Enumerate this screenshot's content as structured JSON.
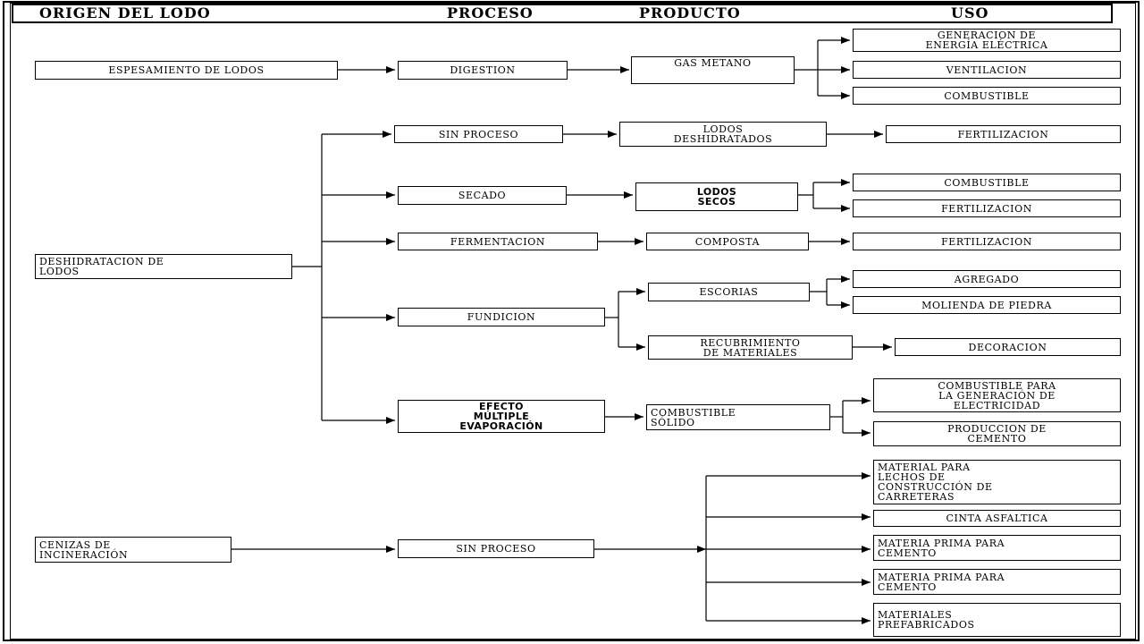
{
  "header": {
    "origin": "ORIGEN DEL LODO",
    "process": "PROCESO",
    "product": "PRODUCTO",
    "use": "USO"
  },
  "origins": {
    "espesamiento": "ESPESAMIENTO DE LODOS",
    "deshidratacion": "DESHIDRATACION DE\nLODOS",
    "cenizas": "CENIZAS DE\nINCINERACIÓN"
  },
  "processes": {
    "digestion": "DIGESTION",
    "sin_proceso_1": "SIN PROCESO",
    "secado": "SECADO",
    "fermentacion": "FERMENTACION",
    "fundicion": "FUNDICION",
    "efecto": "EFECTO\nMÚLTIPLE\nEVAPORACIÓN",
    "sin_proceso_2": "SIN PROCESO"
  },
  "products": {
    "gas_metano": "GAS METANO",
    "lodos_deshidratados": "LODOS\nDESHIDRATADOS",
    "lodos_secos": "LODOS\nSECOS",
    "composta": "COMPOSTA",
    "escorias": "ESCORIAS",
    "recubrimiento": "RECUBRIMIENTO\nDE MATERIALES",
    "combustible_solido": "COMBUSTIBLE\nSÓLIDO"
  },
  "uses": {
    "generacion_energia": "GENERACION DE\nENERGÍA ELÉCTRICA",
    "ventilacion": "VENTILACION",
    "combustible_1": "COMBUSTIBLE",
    "fertilizacion_1": "FERTILIZACION",
    "combustible_2": "COMBUSTIBLE",
    "fertilizacion_2": "FERTILIZACION",
    "fertilizacion_3": "FERTILIZACION",
    "agregado": "AGREGADO",
    "molienda": "MOLIENDA DE PIEDRA",
    "decoracion": "DECORACION",
    "combustible_electricidad": "COMBUSTIBLE PARA\nLA GENERACIÓN DE\nELECTRICIDAD",
    "produccion_cemento": "PRODUCCION DE\nCEMENTO",
    "material_lechos": "MATERIAL PARA\nLECHOS DE\nCONSTRUCCIÓN DE\nCARRETERAS",
    "cinta_asfaltica": "CINTA ASFALTICA",
    "materia_prima_1": "MATERIA PRIMA PARA\nCEMENTO",
    "materia_prima_2": "MATERIA PRIMA PARA\nCEMENTO",
    "materiales_prefabricados": "MATERIALES\nPREFABRICADOS"
  }
}
